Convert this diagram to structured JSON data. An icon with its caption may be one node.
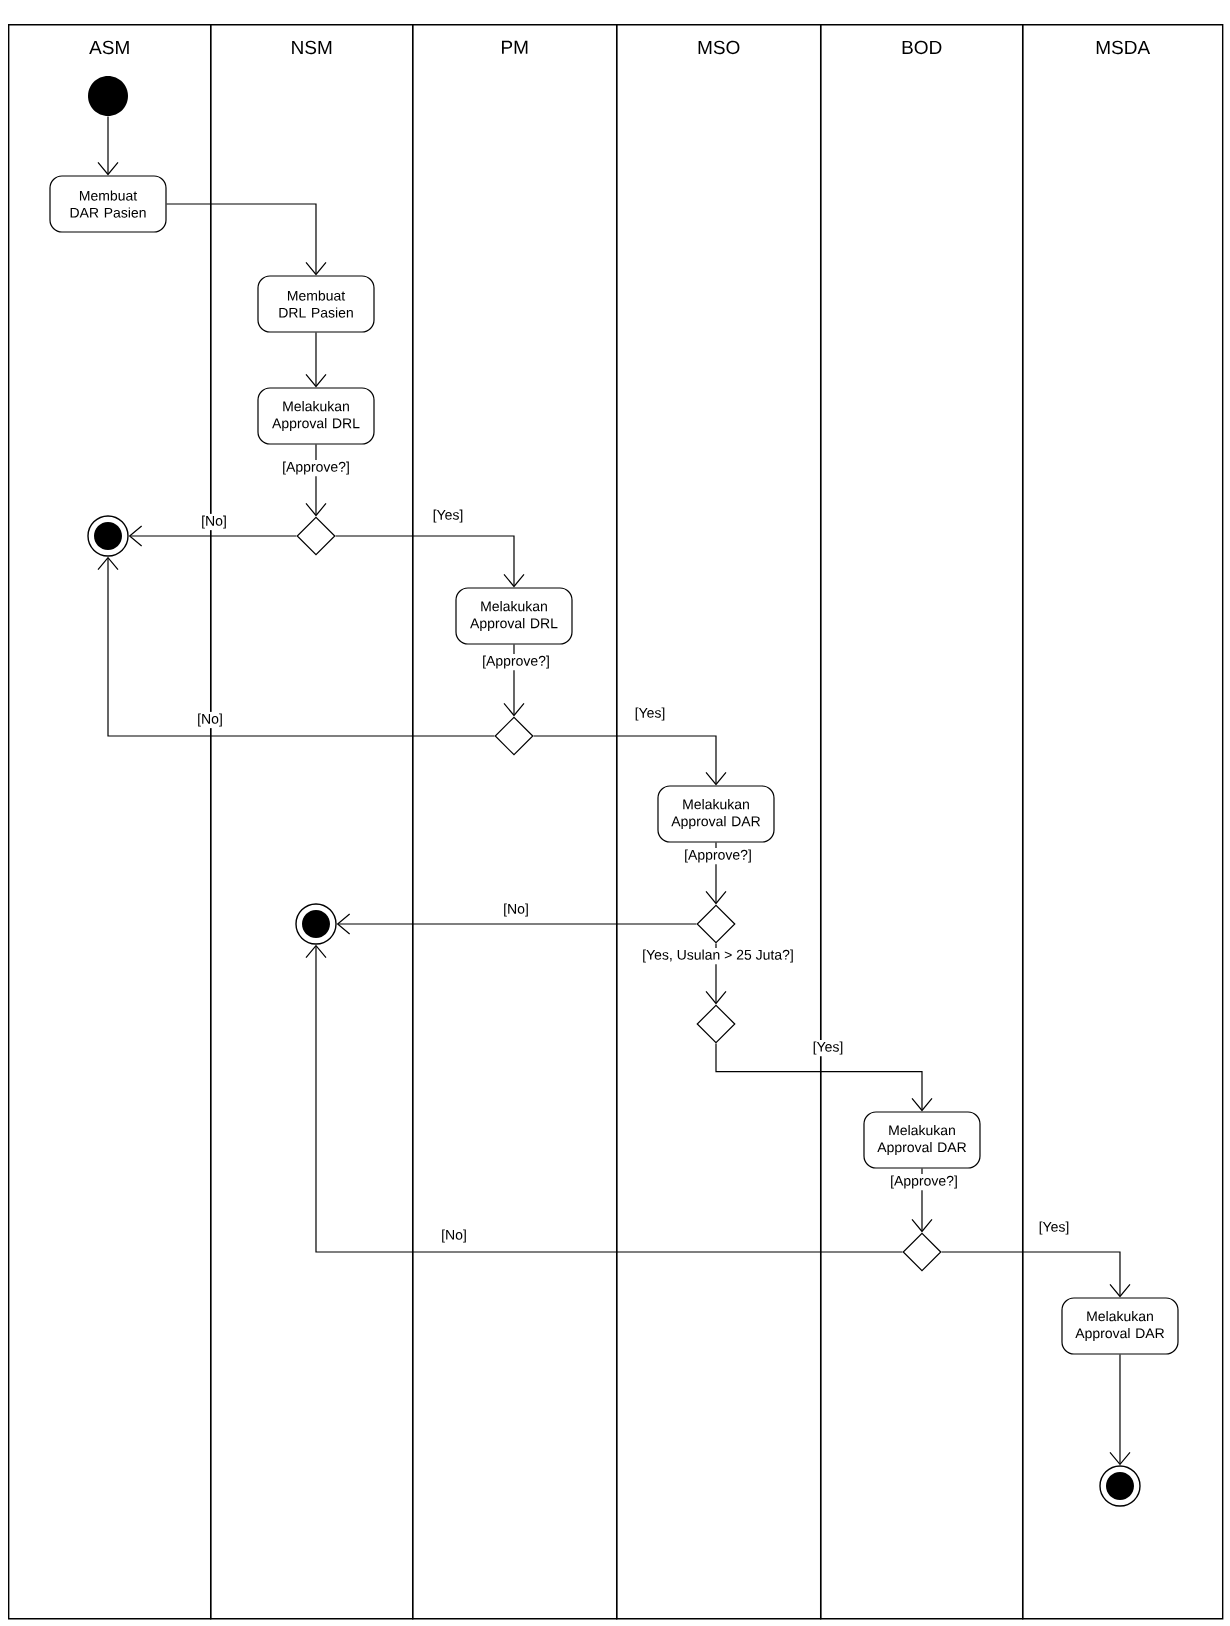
{
  "diagram": {
    "nodes": [
      {
        "text": [
          "ASM"
        ]
      },
      {
        "text": [
          "NSM"
        ]
      },
      {
        "text": [
          "PM"
        ]
      },
      {
        "text": [
          "MSO"
        ]
      },
      {
        "text": [
          "BOD"
        ]
      },
      {
        "text": [
          "MSDA"
        ]
      },
      {
        "text": [],
        "shape": "circle",
        "in": 0
      },
      {
        "text": [
          "Membuat DAR Pasien"
        ],
        "in": 0
      },
      {
        "text": [
          "Membuat DRL Pasien"
        ],
        "in": 1
      },
      {
        "text": [
          "Melakukan Approval DRL"
        ],
        "in": 1
      },
      {
        "text": [],
        "shape": "diamond",
        "in": 1
      },
      {
        "text": [],
        "shape": "circle",
        "in": 0
      },
      {
        "text": [
          "Melakukan Approval DRL"
        ],
        "in": 2
      },
      {
        "text": [],
        "shape": "diamond",
        "in": 2
      },
      {
        "text": [
          "Melakukan Approval DAR"
        ],
        "in": 3
      },
      {
        "text": [],
        "shape": "diamond",
        "in": 3
      },
      {
        "text": [],
        "shape": "circle",
        "in": 1
      },
      {
        "text": [],
        "shape": "diamond",
        "in": 3
      },
      {
        "text": [
          "Melakukan Approval DAR"
        ],
        "in": 4
      },
      {
        "text": [],
        "shape": "diamond",
        "in": 4
      },
      {
        "text": [
          "Melakukan Approval DAR"
        ],
        "in": 5
      },
      {
        "text": [],
        "shape": "circle",
        "in": 5
      }
    ],
    "edges": [
      {
        "from": 6,
        "to": 7,
        "arrow": "to"
      },
      {
        "from": 7,
        "to": 8,
        "arrow": "to"
      },
      {
        "from": 8,
        "to": 9,
        "arrow": "to"
      },
      {
        "from": 9,
        "to": 10,
        "arrow": "to",
        "label": "[Approve?]"
      },
      {
        "from": 10,
        "to": 11,
        "arrow": "to",
        "label": "[No]"
      },
      {
        "from": 10,
        "to": 12,
        "arrow": "to",
        "label": "[Yes]"
      },
      {
        "from": 12,
        "to": 13,
        "arrow": "to",
        "label": "[Approve?]"
      },
      {
        "from": 13,
        "to": 11,
        "arrow": "to",
        "label": "[No]"
      },
      {
        "from": 13,
        "to": 14,
        "arrow": "to",
        "label": "[Yes]"
      },
      {
        "from": 14,
        "to": 15,
        "arrow": "to",
        "label": "[Approve?]"
      },
      {
        "from": 15,
        "to": 16,
        "arrow": "to",
        "label": "[No]"
      },
      {
        "from": 15,
        "to": 17,
        "arrow": "to",
        "label": "[Yes, Usulan > 25 Juta?]"
      },
      {
        "from": 17,
        "to": 18,
        "arrow": "to",
        "label": "[Yes]"
      },
      {
        "from": 18,
        "to": 19,
        "arrow": "to",
        "label": "[Approve?]"
      },
      {
        "from": 19,
        "to": 16,
        "arrow": "to",
        "label": "[No]"
      },
      {
        "from": 19,
        "to": 20,
        "arrow": "to",
        "label": "[Yes]"
      },
      {
        "from": 20,
        "to": 21,
        "arrow": "to"
      }
    ]
  }
}
